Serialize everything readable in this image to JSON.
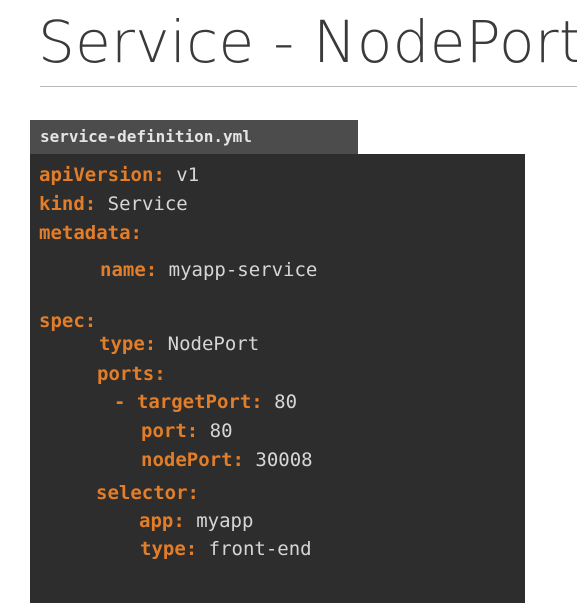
{
  "slide": {
    "title": "Service - NodePort"
  },
  "file": {
    "name": "service-definition.yml"
  },
  "code": {
    "line1": {
      "key": "apiVersion",
      "colon": ":",
      "value": " v1"
    },
    "line2": {
      "key": "kind",
      "colon": ":",
      "value": " Service"
    },
    "line3": {
      "key": "metadata",
      "colon": ":"
    },
    "line4": {
      "key": "name",
      "colon": ":",
      "value": " myapp-service"
    },
    "line5": {
      "key": "spec",
      "colon": ":"
    },
    "line6": {
      "key": "type",
      "colon": ":",
      "value": " NodePort"
    },
    "line7": {
      "key": "ports",
      "colon": ":"
    },
    "line8": {
      "dash": "- ",
      "key": "targetPort",
      "colon": ":",
      "value": " 80"
    },
    "line9": {
      "key": "port",
      "colon": ":",
      "value": " 80"
    },
    "line10": {
      "key": "nodePort",
      "colon": ":",
      "value": " 30008"
    },
    "line11": {
      "key": "selector",
      "colon": ":"
    },
    "line12": {
      "key": "app",
      "colon": ":",
      "value": " myapp"
    },
    "line13": {
      "key": "type",
      "colon": ":",
      "value": " front-end"
    }
  },
  "colors": {
    "key": "#e27d29",
    "value": "#d6d6d6",
    "editor_background": "#2d2d2d",
    "tab_background": "#4c4c4c"
  }
}
